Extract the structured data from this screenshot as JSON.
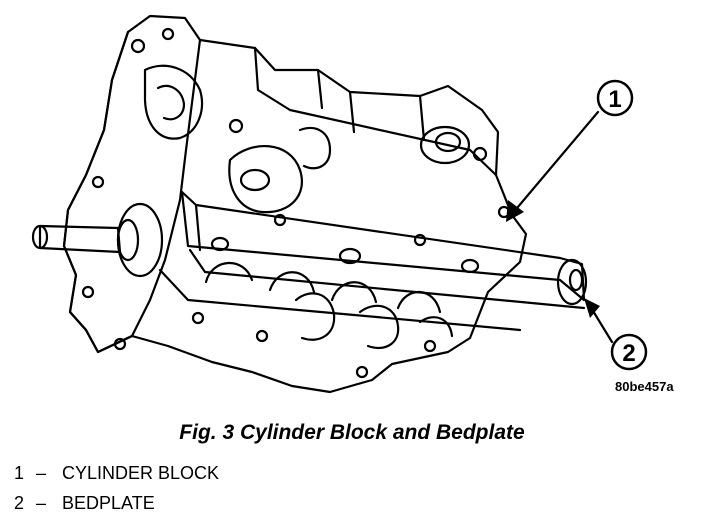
{
  "figure": {
    "caption": "Fig. 3 Cylinder Block and Bedplate",
    "code": "80be457a",
    "callouts": [
      {
        "number": "1"
      },
      {
        "number": "2"
      }
    ]
  },
  "legend": [
    {
      "number": "1",
      "dash": "–",
      "label": "CYLINDER BLOCK"
    },
    {
      "number": "2",
      "dash": "–",
      "label": "BEDPLATE"
    }
  ],
  "colors": {
    "line": "#000000",
    "background": "#ffffff"
  }
}
